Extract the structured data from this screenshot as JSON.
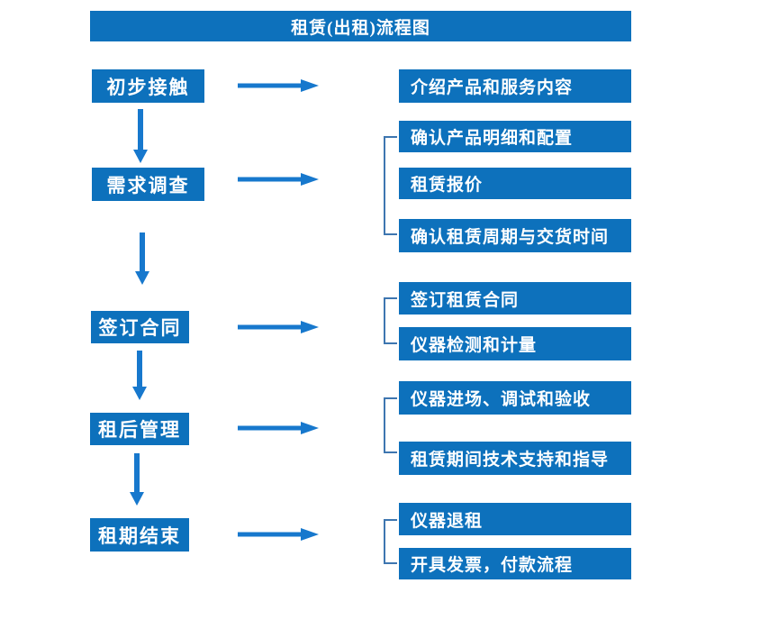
{
  "title": "租赁(出租)流程图",
  "colors": {
    "box_fill": "#0d71bc",
    "arrow": "#1778cd",
    "bracket": "#3e76b0",
    "text": "#ffffff",
    "background": "#ffffff"
  },
  "steps": [
    {
      "label": "初步接触",
      "outputs": [
        "介绍产品和服务内容"
      ]
    },
    {
      "label": "需求调查",
      "outputs": [
        "确认产品明细和配置",
        "租赁报价",
        "确认租赁周期与交货时间"
      ]
    },
    {
      "label": "签订合同",
      "outputs": [
        "签订租赁合同",
        "仪器检测和计量"
      ]
    },
    {
      "label": "租后管理",
      "outputs": [
        "仪器进场、调试和验收",
        "租赁期间技术支持和指导"
      ]
    },
    {
      "label": "租期结束",
      "outputs": [
        "仪器退租",
        "开具发票，付款流程"
      ]
    }
  ]
}
